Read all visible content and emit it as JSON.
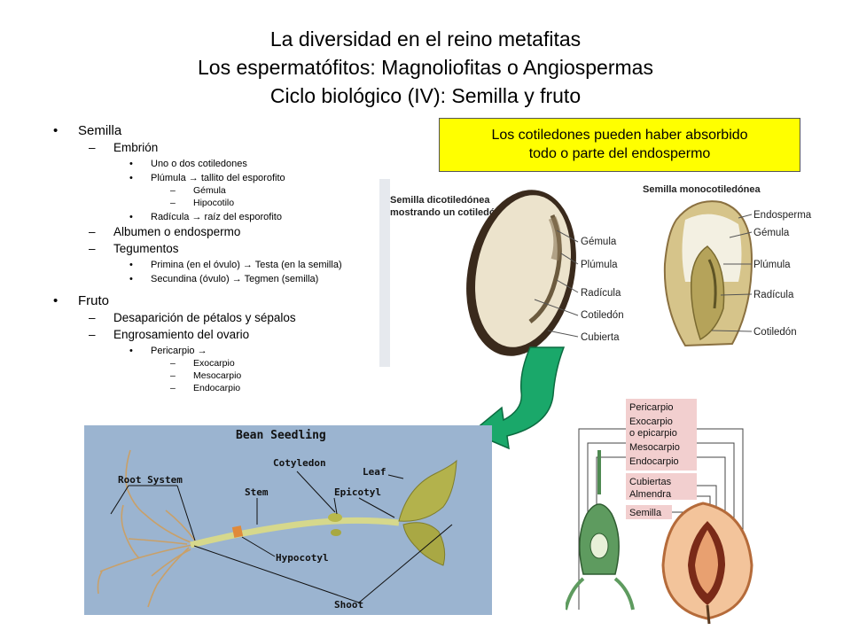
{
  "title": {
    "line1": "La diversidad en el reino metafitas",
    "line2": "Los espermatófitos: Magnoliofitas o Angiospermas",
    "line3": "Ciclo biológico (IV): Semilla y fruto"
  },
  "outline": {
    "semilla": "Semilla",
    "embrion": "Embrión",
    "cotiledones": "Uno o dos cotiledones",
    "plumula": "Plúmula → tallito del esporofito",
    "gemula": "Gémula",
    "hipocotilo": "Hipocotilo",
    "radicula": "Radícula → raíz del esporofito",
    "albumen": "Albumen o endospermo",
    "tegumentos": "Tegumentos",
    "primina": "Primina (en el óvulo) → Testa (en la semilla)",
    "secundina": "Secundina (óvulo) → Tegmen (semilla)",
    "fruto": "Fruto",
    "desaparicion": "Desaparición de pétalos y sépalos",
    "engrosamiento": "Engrosamiento del ovario",
    "pericarpio": "Pericarpio →",
    "exocarpio": "Exocarpio",
    "mesocarpio": "Mesocarpio",
    "endocarpio": "Endocarpio"
  },
  "callout": {
    "line1": "Los cotiledones pueden haber absorbido",
    "line2": "todo o parte del endospermo"
  },
  "seed_figure": {
    "dicot_title1": "Semilla dicotiledónea",
    "dicot_title2": "mostrando un cotiledón",
    "dicot_labels": [
      "Gémula",
      "Plúmula",
      "Radícula",
      "Cotiledón",
      "Cubierta"
    ],
    "mono_title": "Semilla monocotiledónea",
    "mono_labels": [
      "Endosperma",
      "Gémula",
      "Plúmula",
      "Radícula",
      "Cotiledón"
    ]
  },
  "bean_figure": {
    "title": "Bean Seedling",
    "labels": {
      "root_system": "Root System",
      "cotyledon": "Cotyledon",
      "leaf": "Leaf",
      "stem": "Stem",
      "epicotyl": "Epicotyl",
      "hypocotyl": "Hypocotyl",
      "shoot": "Shoot"
    }
  },
  "fruit_figure": {
    "labels": [
      "Pericarpio",
      "Exocarpio",
      "o epicarpio",
      "Mesocarpio",
      "Endocarpio",
      "Cubiertas",
      "Almendra",
      "Semilla"
    ]
  },
  "colors": {
    "callout_bg": "#ffff00",
    "arrow_green": "#1aa86a",
    "bean_bg": "#9bb4d0"
  }
}
